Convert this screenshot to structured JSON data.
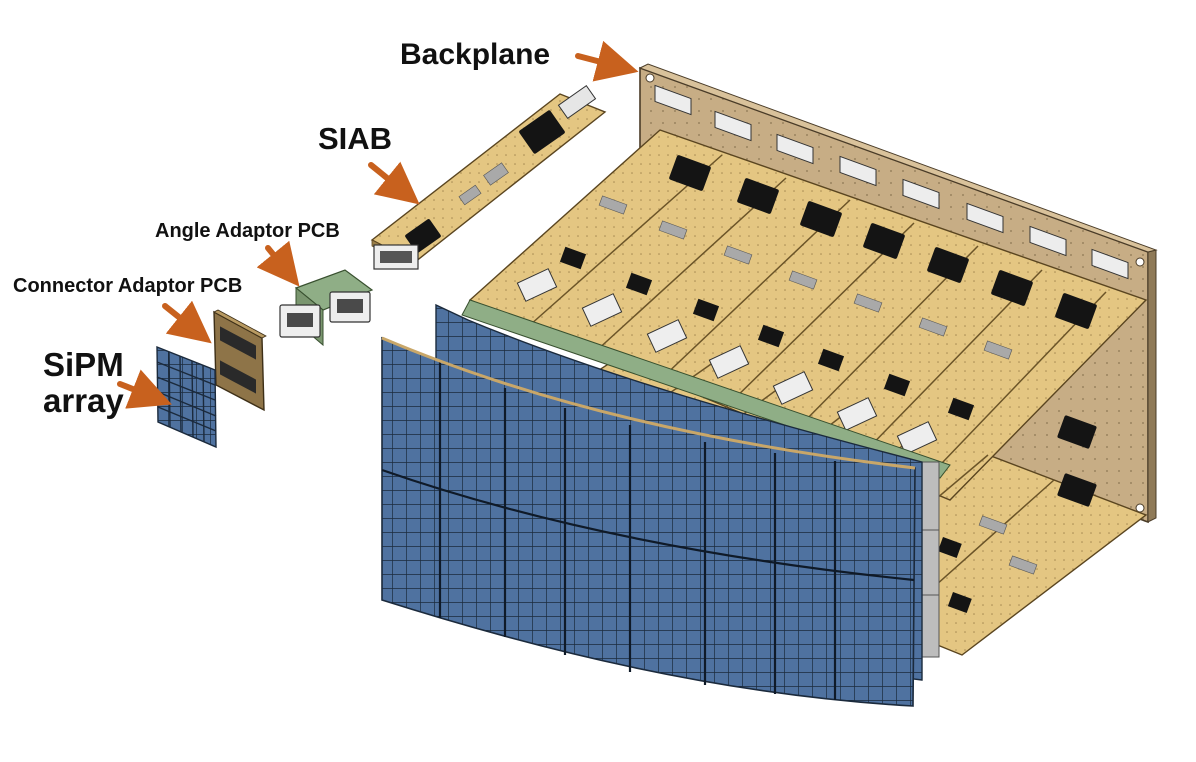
{
  "labels": {
    "backplane": "Backplane",
    "siab": "SIAB",
    "angle_adaptor_pcb": "Angle Adaptor PCB",
    "connector_adaptor_pcb": "Connector Adaptor PCB",
    "sipm_line1": "SiPM",
    "sipm_line2": "array"
  },
  "colors": {
    "arrow": "#c8611e",
    "backplane": "#c5ad86",
    "pcb": "#e6c886",
    "pcb_green": "#8fae86",
    "sipm_tile": "#4d6f9c",
    "tile_grid": "#1a2636",
    "chip": "#1a1a1a",
    "connector": "#e8e8e8",
    "module_grey": "#a9a9a9"
  },
  "sipm_array": {
    "rows": 5,
    "cols": 5
  },
  "siab_boards": {
    "top_row": 7,
    "bottom_row": 7
  }
}
